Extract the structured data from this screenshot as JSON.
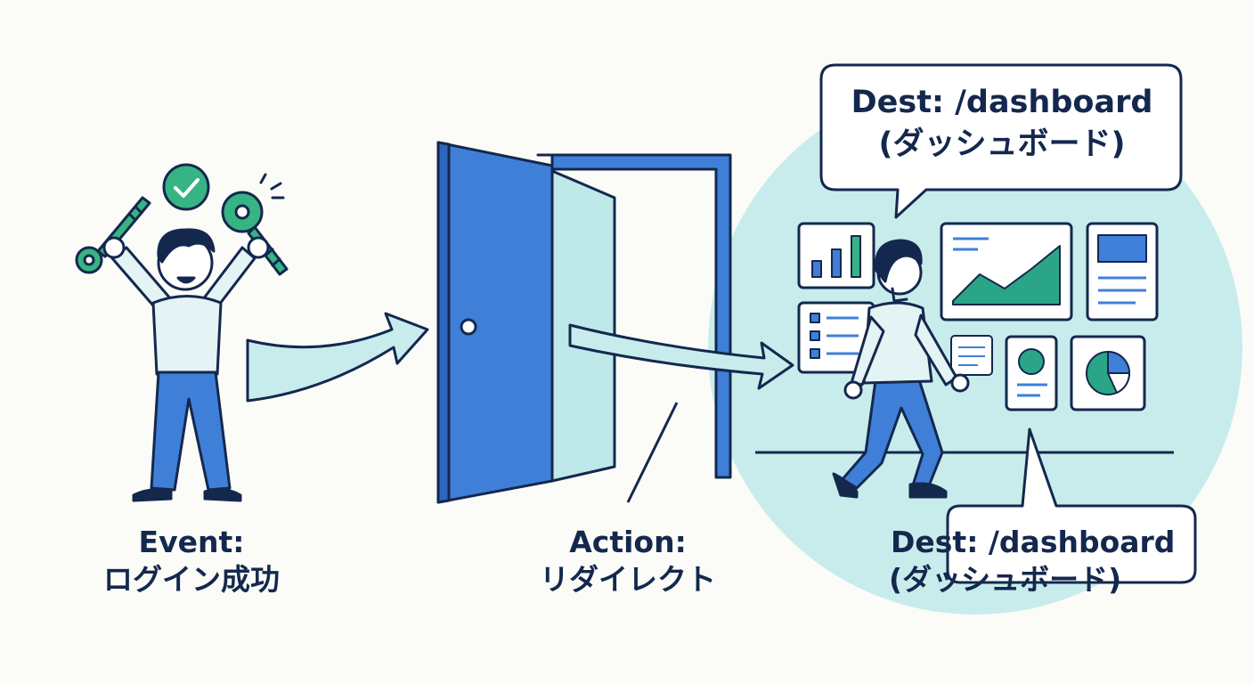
{
  "labels": {
    "event": {
      "line1": "Event:",
      "line2": "ログイン成功"
    },
    "action": {
      "line1": "Action:",
      "line2": "リダイレクト"
    },
    "dest_top": {
      "line1": "Dest: /dashboard",
      "line2": "(ダッシュボード)"
    },
    "dest_bottom": {
      "line1": "Dest: /dashboard",
      "line2": "(ダッシュボード)"
    }
  },
  "colors": {
    "navy": "#14284e",
    "blue": "#3f7fd8",
    "teal": "#2aa588",
    "mint": "#bfe8e8",
    "green": "#37b483"
  }
}
